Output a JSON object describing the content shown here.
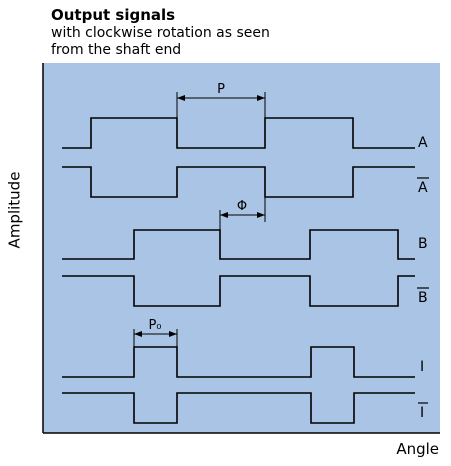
{
  "title": "Output signals",
  "subtitle_lines": [
    "with clockwise rotation as seen",
    "from the shaft end"
  ],
  "y_axis_label": "Amplitude",
  "x_axis_label": "Angle",
  "colors": {
    "panel": "#a9c4e4",
    "signal": "#000000",
    "axis": "#000000"
  },
  "signals": [
    {
      "label": "A",
      "overline": false
    },
    {
      "label": "A",
      "overline": true
    },
    {
      "label": "B",
      "overline": false
    },
    {
      "label": "B",
      "overline": true
    },
    {
      "label": "I",
      "overline": false
    },
    {
      "label": "I",
      "overline": true
    }
  ],
  "dimensions": {
    "period": "P",
    "phase": "Φ",
    "index_width": "P₀"
  }
}
